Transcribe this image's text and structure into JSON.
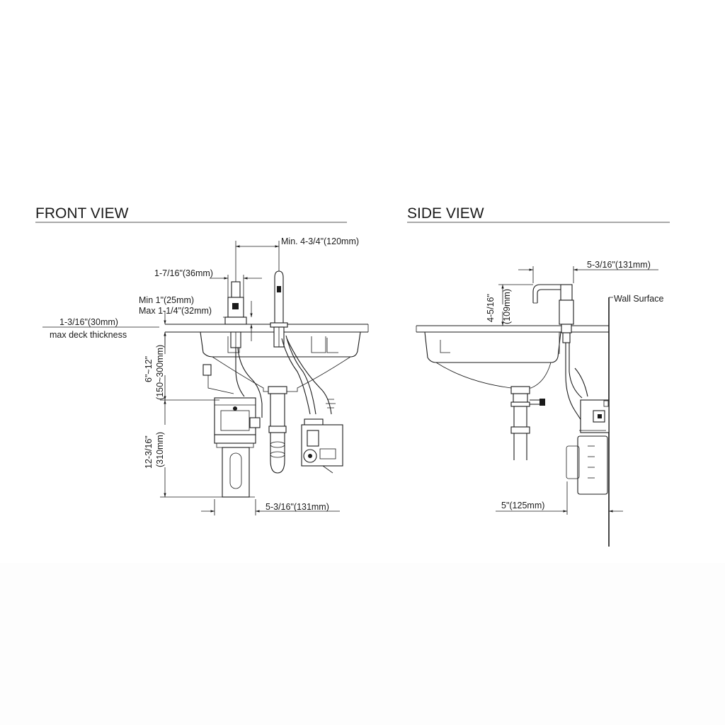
{
  "front_view": {
    "title": "FRONT VIEW",
    "dims": {
      "min_spacing": "Min. 4-3/4\"(120mm)",
      "sensor_width": "1-7/16\"(36mm)",
      "thickness_min": "Min 1\"(25mm)",
      "thickness_max": "Max 1-1/4\"(32mm)",
      "deck_thickness_value": "1-3/16\"(30mm)",
      "deck_thickness_label": "max deck thickness",
      "upper_height_in": "6\"~12\"",
      "upper_height_mm": "(150~300mm)",
      "lower_height_in": "12-3/16\"",
      "lower_height_mm": "(310mm)",
      "box_width": "5-3/16\"(131mm)"
    }
  },
  "side_view": {
    "title": "SIDE VIEW",
    "dims": {
      "spout_reach": "5-3/16\"(131mm)",
      "spout_height_in": "4-5/16\"",
      "spout_height_mm": "(109mm)",
      "wall_label": "Wall Surface",
      "wall_offset": "5\"(125mm)"
    }
  }
}
